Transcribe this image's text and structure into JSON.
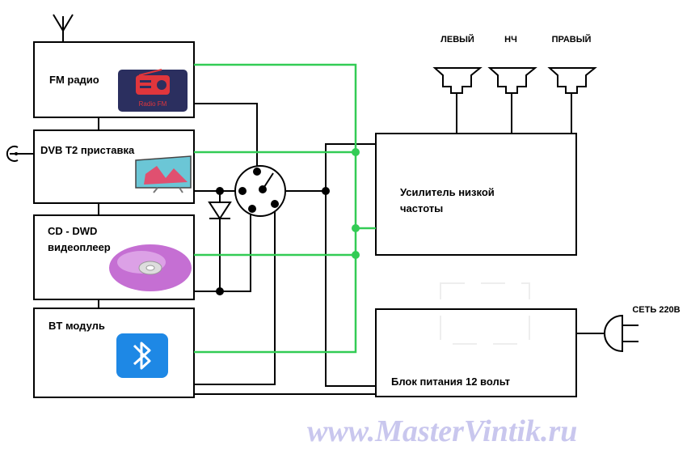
{
  "blocks": {
    "fm_radio": "FM радио",
    "dvb": "DVB T2 приставка",
    "cd_line1": "CD - DWD",
    "cd_line2": "видеоплеер",
    "bt": "BT модуль",
    "amp_line1": "Усилитель низкой",
    "amp_line2": "частоты",
    "psu": "Блок питания 12 вольт"
  },
  "speakers": {
    "left": "ЛЕВЫЙ",
    "sub": "НЧ",
    "right": "ПРАВЫЙ"
  },
  "mains": "СЕТЬ 220В",
  "radio_logo": "Radio FM",
  "watermark": "www.MasterVintik.ru",
  "colors": {
    "green_wire": "#33cc55",
    "radio_bg": "#2b2f5f",
    "radio_red": "#e0363c",
    "bt_blue": "#1e88e5",
    "disc": "#c56fd3"
  }
}
